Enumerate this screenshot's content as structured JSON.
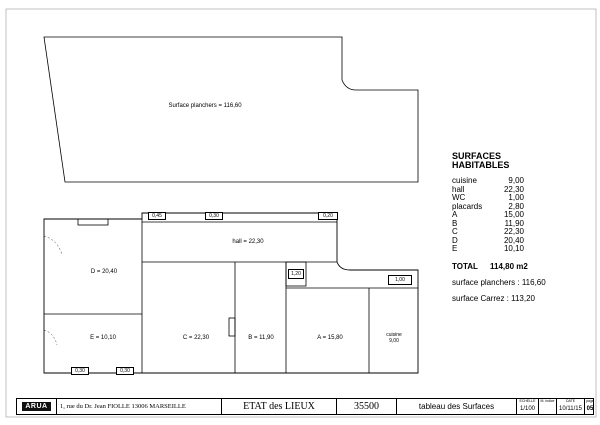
{
  "plan": {
    "surface_label": "Surface planchers = 116,60",
    "rooms": [
      {
        "id": "hall",
        "label": "hall = 22,30"
      },
      {
        "id": "D",
        "label": "D = 20,40"
      },
      {
        "id": "E",
        "label": "E = 10,10"
      },
      {
        "id": "C",
        "label": "C = 22,30"
      },
      {
        "id": "B",
        "label": "B = 11,90"
      },
      {
        "id": "A",
        "label": "A = 15,80"
      },
      {
        "id": "cuisine",
        "line1": "cuisine",
        "line2": "9,00"
      }
    ],
    "dimensions": [
      "0,45",
      "0,30",
      "0,20",
      "1,20",
      "1,00",
      "0,30",
      "0,30"
    ]
  },
  "legend": {
    "title_line1": "SURFACES",
    "title_line2": "HABITABLES",
    "items": [
      {
        "name": "cuisine",
        "value": "9,00"
      },
      {
        "name": "hall",
        "value": "22,30"
      },
      {
        "name": "WC",
        "value": "1,00"
      },
      {
        "name": "placards",
        "value": "2,80"
      },
      {
        "name": "A",
        "value": "15,00"
      },
      {
        "name": "B",
        "value": "11,90"
      },
      {
        "name": "C",
        "value": "22,30"
      },
      {
        "name": "D",
        "value": "20,40"
      },
      {
        "name": "E",
        "value": "10,10"
      }
    ],
    "total_label": "TOTAL",
    "total_value": "114,80 m2",
    "surface_planchers": "surface planchers : 116,60",
    "surface_carrez": "surface Carrez : 113,20"
  },
  "title_block": {
    "logo": "ARUA",
    "address": "1, rue du Dr. Jean FIOLLE   13006  MARSEILLE",
    "doc_title": "ETAT des LIEUX",
    "reference": "35500",
    "subject": "tableau des Surfaces",
    "scale_label": "ECHELLE",
    "scale": "1/100",
    "mod_label": "M. indice",
    "mod": "",
    "date_label": "DATE",
    "date": "10/11/15",
    "page_label": "page",
    "page": "05"
  }
}
